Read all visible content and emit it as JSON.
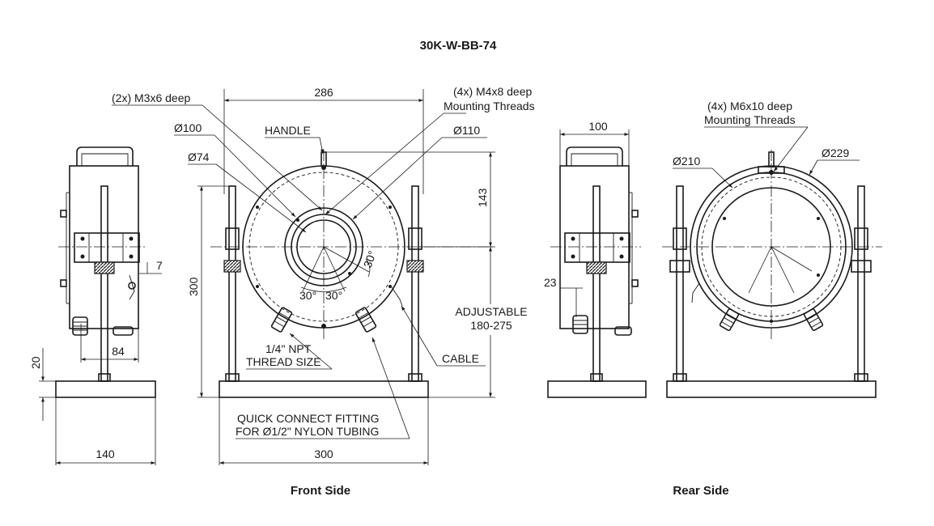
{
  "title": "30K-W-BB-74",
  "views": {
    "front": "Front Side",
    "rear": "Rear Side"
  },
  "side_view": {
    "dim_height": "7",
    "dim_offset": "84",
    "dim_base": "140",
    "dim_base_height": "20"
  },
  "front_view": {
    "callout_m3": "(2x) M3x6 deep",
    "callout_m4_line1": "(4x) M4x8 deep",
    "callout_m4_line2": "Mounting Threads",
    "dia_100": "Ø100",
    "dia_74": "Ø74",
    "dia_110": "Ø110",
    "handle": "HANDLE",
    "width_top": "286",
    "height_right": "143",
    "height_left": "300",
    "width_base": "300",
    "angle_a": "30°",
    "angle_b": "30°",
    "angle_c": "30°",
    "npt_line1": "1/4\" NPT",
    "npt_line2": "THREAD SIZE",
    "adjustable_line1": "ADJUSTABLE",
    "adjustable_line2": "180-275",
    "cable": "CABLE",
    "qc_line1": "QUICK CONNECT FITTING",
    "qc_line2": "FOR Ø1/2\" NYLON TUBING"
  },
  "side_view_2": {
    "dim_width": "100",
    "dim_offset": "23"
  },
  "rear_view": {
    "callout_line1": "(4x) M6x10 deep",
    "callout_line2": "Mounting Threads",
    "dia_210": "Ø210",
    "dia_229": "Ø229"
  }
}
